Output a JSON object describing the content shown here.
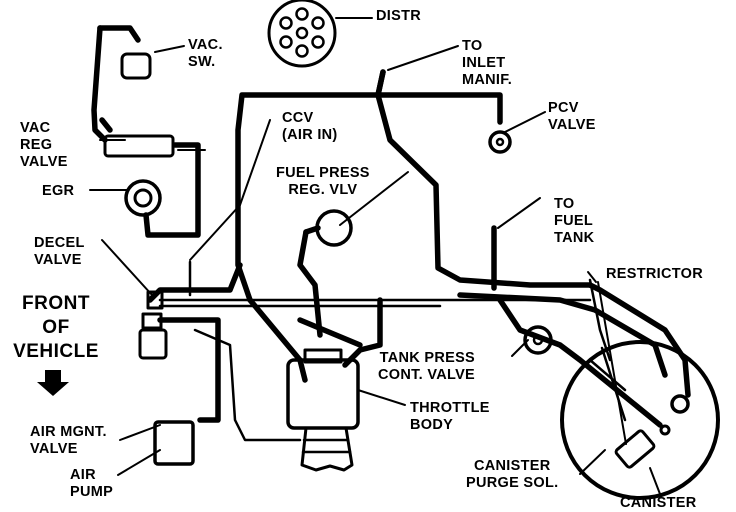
{
  "colors": {
    "ink": "#000000",
    "paper": "#ffffff"
  },
  "labels": {
    "distr": "DISTR",
    "vac_sw": [
      "VAC.",
      "SW."
    ],
    "to_inlet_manif": [
      "TO",
      "INLET",
      "MANIF."
    ],
    "pcv_valve": [
      "PCV",
      "VALVE"
    ],
    "vac_reg_valve": [
      "VAC",
      "REG",
      "VALVE"
    ],
    "ccv_air_in": [
      "CCV",
      "(AIR IN)"
    ],
    "egr": "EGR",
    "fuel_press_reg_vlv": [
      "FUEL PRESS",
      "REG. VLV"
    ],
    "to_fuel_tank": [
      "TO",
      "FUEL",
      "TANK"
    ],
    "decel_valve": [
      "DECEL",
      "VALVE"
    ],
    "restrictor": "RESTRICTOR",
    "front_of_vehicle": [
      "FRONT",
      "OF",
      "VEHICLE"
    ],
    "tank_press_cont_valve": [
      "TANK PRESS",
      "CONT. VALVE"
    ],
    "throttle_body": [
      "THROTTLE",
      "BODY"
    ],
    "air_mgnt_valve": [
      "AIR MGNT.",
      "VALVE"
    ],
    "air_pump": [
      "AIR",
      "PUMP"
    ],
    "canister_purge_sol": [
      "CANISTER",
      "PURGE SOL."
    ],
    "canister": "CANISTER"
  },
  "icons": {
    "front_arrow": "down-arrow-icon"
  }
}
